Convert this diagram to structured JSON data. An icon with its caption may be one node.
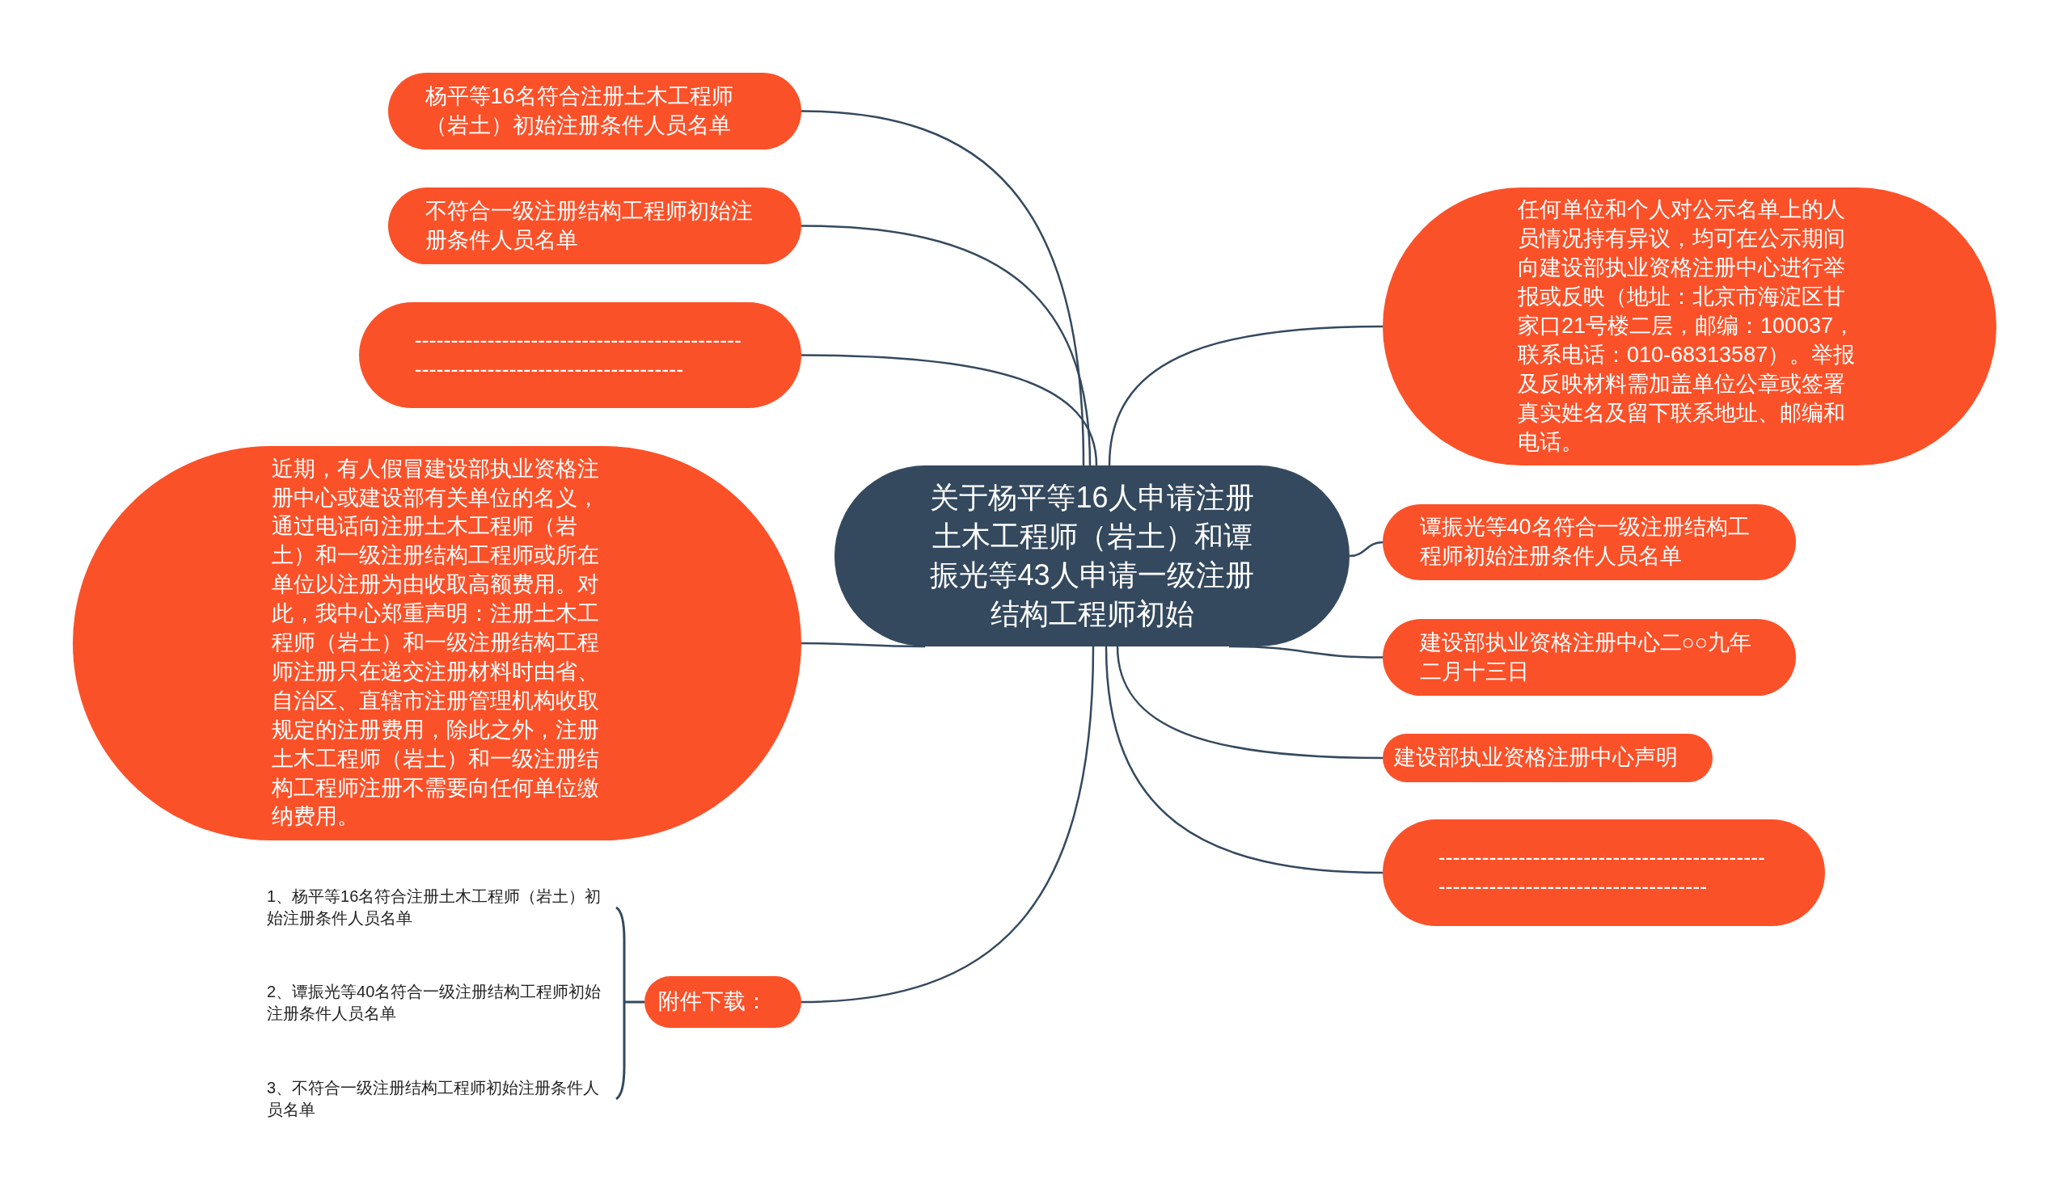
{
  "diagram": {
    "nodes": [
      {
        "text": [
          "关于杨平等16人申请注册土木工程师（岩土）和谭振光等43人申请一级注册结构工程师初始"
        ]
      },
      {
        "text": [
          "杨平等16名符合注册土木工程师（岩土）初始注册条件人员名单"
        ]
      },
      {
        "text": [
          "不符合一级注册结构工程师初始注册条件人员名单"
        ]
      },
      {
        "text": [
          "----------------------------------------------------------------------------------"
        ]
      },
      {
        "text": [
          "近期，有人假冒建设部执业资格注册中心或建设部有关单位的名义，通过电话向注册土木工程师（岩土）和一级注册结构工程师或所在单位以注册为由收取高额费用。对此，我中心郑重声明：注册土木工程师（岩土）和一级注册结构工程师注册只在递交注册材料时由省、自治区、直辖市注册管理机构收取规定的注册费用，除此之外，注册土木工程师（岩土）和一级注册结构工程师注册不需要向任何单位缴纳费用。"
        ]
      },
      {
        "text": [
          "附件下载："
        ]
      },
      {
        "text": [
          "任何单位和个人对公示名单上的人员情况持有异议，均可在公示期间向建设部执业资格注册中心进行举报或反映（地址：北京市海淀区甘家口21号楼二层，邮编：100037，联系电话：010-68313587）。举报及反映材料需加盖单位公章或签署真实姓名及留下联系地址、邮编和电话。"
        ]
      },
      {
        "text": [
          "谭振光等40名符合一级注册结构工程师初始注册条件人员名单"
        ]
      },
      {
        "text": [
          "建设部执业资格注册中心二○○九年二月十三日"
        ]
      },
      {
        "text": [
          "建设部执业资格注册中心声明"
        ]
      },
      {
        "text": [
          "----------------------------------------------------------------------------------"
        ]
      },
      {
        "text": [
          "1、杨平等16名符合注册土木工程师（岩土）初始注册条件人员名单"
        ]
      },
      {
        "text": [
          "2、谭振光等40名符合一级注册结构工程师初始注册条件人员名单"
        ]
      },
      {
        "text": [
          "3、不符合一级注册结构工程师初始注册条件人员名单"
        ]
      }
    ],
    "edges": [
      {
        "from": 0,
        "to": 1,
        "arrow": "none"
      },
      {
        "from": 0,
        "to": 2,
        "arrow": "none"
      },
      {
        "from": 0,
        "to": 3,
        "arrow": "none"
      },
      {
        "from": 0,
        "to": 4,
        "arrow": "none"
      },
      {
        "from": 0,
        "to": 5,
        "arrow": "none"
      },
      {
        "from": 0,
        "to": 6,
        "arrow": "none"
      },
      {
        "from": 0,
        "to": 7,
        "arrow": "none"
      },
      {
        "from": 0,
        "to": 8,
        "arrow": "none"
      },
      {
        "from": 0,
        "to": 9,
        "arrow": "none"
      },
      {
        "from": 0,
        "to": 10,
        "arrow": "none"
      },
      {
        "from": 5,
        "to": 11,
        "arrow": "none"
      },
      {
        "from": 5,
        "to": 12,
        "arrow": "none"
      },
      {
        "from": 5,
        "to": 13,
        "arrow": "none"
      }
    ]
  }
}
